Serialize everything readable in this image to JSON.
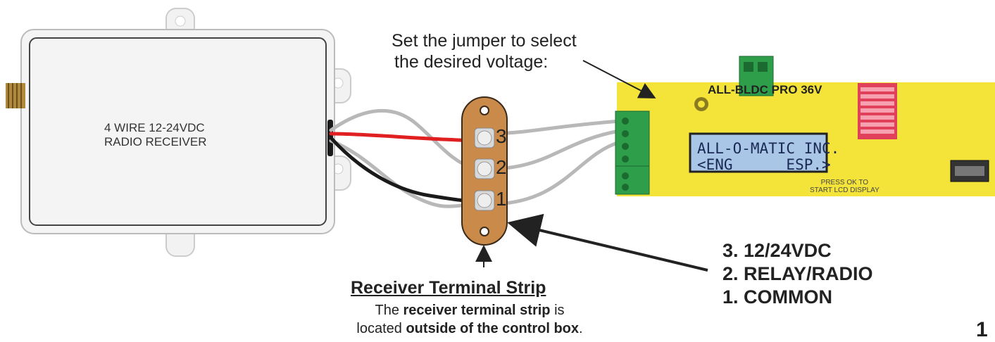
{
  "receiver": {
    "label_line1": "4 WIRE 12-24VDC",
    "label_line2": "RADIO RECEIVER"
  },
  "jumper_note": {
    "line1": "Set the jumper to select",
    "line2": "the desired voltage:"
  },
  "terminal_strip": {
    "title": "Receiver Terminal Strip",
    "desc_part1": "The ",
    "desc_bold1": "receiver terminal strip",
    "desc_part2": " is",
    "desc_part3": "located ",
    "desc_bold2": "outside of the control box",
    "desc_part4": ".",
    "terminals": [
      "3",
      "2",
      "1"
    ]
  },
  "legend": {
    "line3": "3. 12/24VDC",
    "line2": "2. RELAY/RADIO",
    "line1": "1. COMMON"
  },
  "board": {
    "title": "ALL-BLDC PRO 36V",
    "lcd_line1": "ALL-O-MATIC INC.",
    "lcd_line2": "<ENG      ESP.>",
    "press_line1": "PRESS OK TO",
    "press_line2": "START LCD DISPLAY"
  },
  "page_number": "1",
  "colors": {
    "board_yellow": "#f4e43a",
    "strip_orange": "#c98a4a",
    "wire_red": "#e02020",
    "wire_black": "#1a1a1a",
    "wire_gray": "#b8b8b8",
    "connector_green": "#2e9e4a",
    "lcd_blue": "#a9c6e6"
  }
}
